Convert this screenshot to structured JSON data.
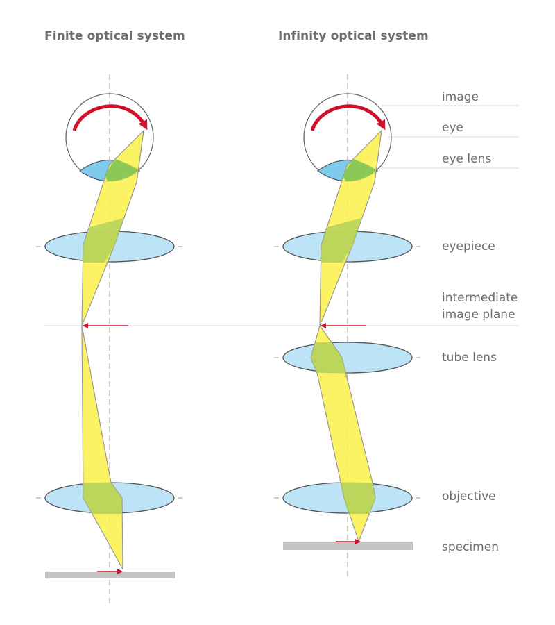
{
  "titles": {
    "finite": "Finite optical system",
    "infinity": "Infinity optical system"
  },
  "labels": {
    "image": "image",
    "eye": "eye",
    "eye_lens": "eye lens",
    "eyepiece": "eyepiece",
    "intermediate_line1": "intermediate",
    "intermediate_line2": "image plane",
    "tube_lens": "tube lens",
    "objective": "objective",
    "specimen": "specimen"
  },
  "colors": {
    "lens_fill": "#bde3f6",
    "lens_stroke": "#555555",
    "eye_lens_fill": "#7fcbee",
    "beam_fill": "#fbf04f",
    "beam_overlap": "#a9cd5a",
    "beam_stroke": "#9a9a9a",
    "arrow": "#d0112b",
    "specimen": "#c4c4c4",
    "axis": "#aaaaaa",
    "text": "#6e6e6e"
  }
}
